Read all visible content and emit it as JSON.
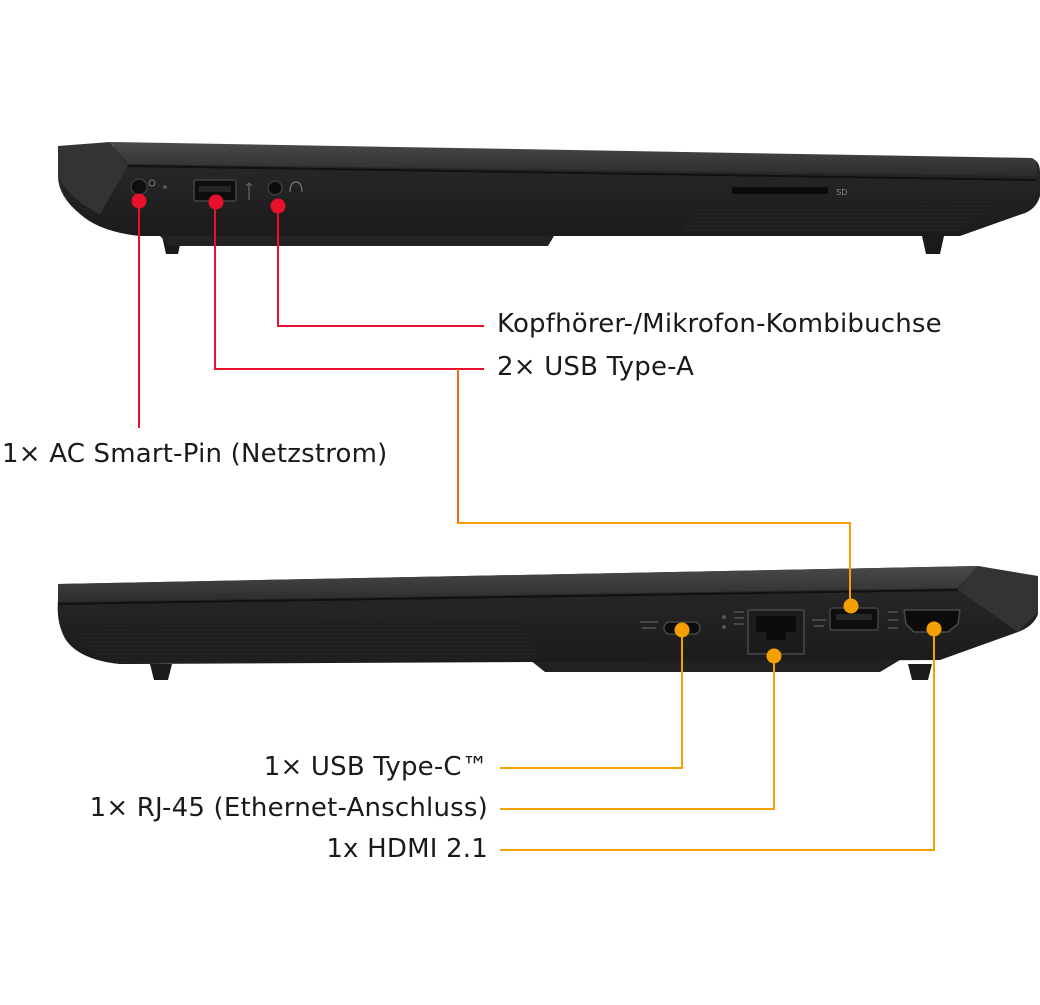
{
  "labels": {
    "headphone": "Kopfhörer-/Mikrofon-Kombibuchse",
    "usb_a": "2× USB Type-A",
    "ac_pin": "1× AC Smart-Pin (Netzstrom)",
    "usb_c": "1× USB Type-C™",
    "rj45": "1× RJ-45 (Ethernet-Anschluss)",
    "hdmi": "1x HDMI 2.1"
  },
  "engravings": {
    "sd_slot": "SD"
  },
  "colors": {
    "red": "#e8102a",
    "orange": "#f5a000",
    "chassis": "#2b2b2d",
    "chassis_dark": "#161617",
    "background": "#ffffff"
  },
  "icons": [
    "power-icon",
    "usb-icon",
    "headphone-icon",
    "ethernet-icon",
    "hdmi-icon"
  ]
}
